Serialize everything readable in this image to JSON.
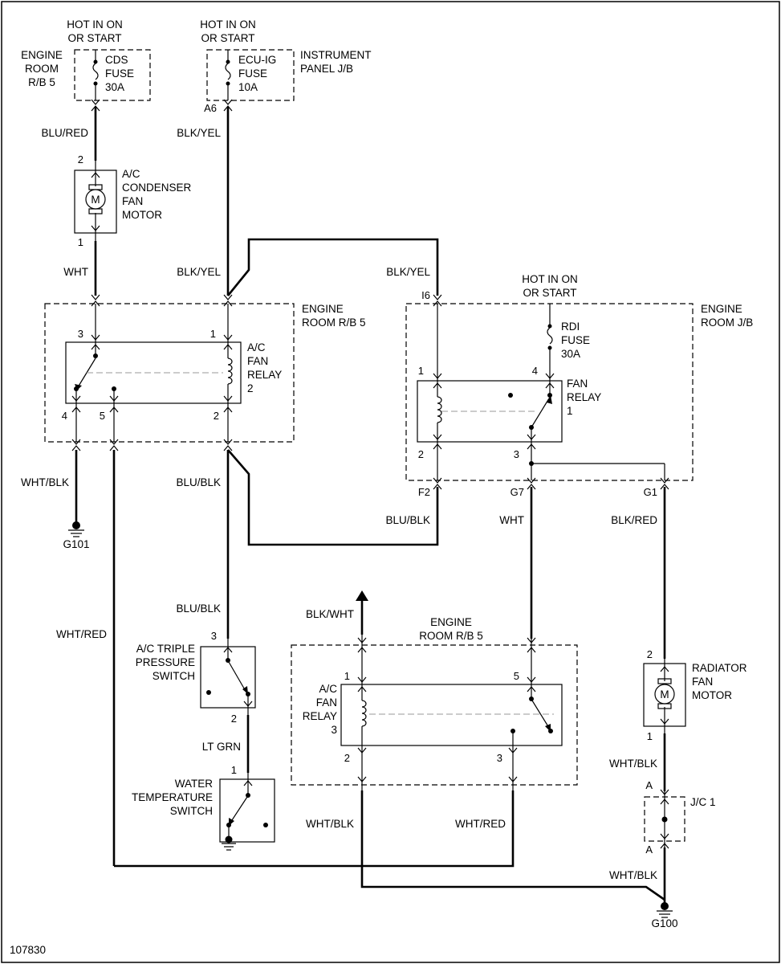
{
  "diagram_id": "107830",
  "labels": {
    "hot_cds": [
      "HOT IN ON",
      "OR START"
    ],
    "hot_ecu": [
      "HOT IN ON",
      "OR START"
    ],
    "hot_rdi": [
      "HOT IN ON",
      "OR START"
    ],
    "engine_room_rb5_top": [
      "ENGINE",
      "ROOM",
      "R/B 5"
    ],
    "instrument_panel_jb": [
      "INSTRUMENT",
      "PANEL J/B"
    ],
    "engine_room_rb5_mid": [
      "ENGINE",
      "ROOM R/B 5"
    ],
    "engine_room_jb": [
      "ENGINE",
      "ROOM J/B"
    ],
    "engine_room_rb5_bottom": [
      "ENGINE",
      "ROOM R/B 5"
    ]
  },
  "fuses": {
    "cds": [
      "CDS",
      "FUSE",
      "30A"
    ],
    "ecu_ig": [
      "ECU-IG",
      "FUSE",
      "10A"
    ],
    "rdi": [
      "RDI",
      "FUSE",
      "30A"
    ]
  },
  "components": {
    "ac_condenser_fan_motor": [
      "A/C",
      "CONDENSER",
      "FAN",
      "MOTOR"
    ],
    "ac_fan_relay_2": [
      "A/C",
      "FAN",
      "RELAY",
      "2"
    ],
    "fan_relay_1": [
      "FAN",
      "RELAY",
      "1"
    ],
    "ac_triple_pressure_switch": [
      "A/C TRIPLE",
      "PRESSURE",
      "SWITCH"
    ],
    "water_temperature_switch": [
      "WATER",
      "TEMPERATURE",
      "SWITCH"
    ],
    "ac_fan_relay_3": [
      "A/C",
      "FAN",
      "RELAY",
      "3"
    ],
    "radiator_fan_motor": [
      "RADIATOR",
      "FAN",
      "MOTOR"
    ],
    "jc1": "J/C 1",
    "motor_symbol": "M"
  },
  "wires": {
    "blu_red": "BLU/RED",
    "blk_yel_1": "BLK/YEL",
    "wht_1": "WHT",
    "blk_yel_2": "BLK/YEL",
    "blk_yel_3": "BLK/YEL",
    "wht_blk_1": "WHT/BLK",
    "blu_blk_1": "BLU/BLK",
    "blu_blk_2": "BLU/BLK",
    "wht_2": "WHT",
    "blk_red": "BLK/RED",
    "blu_blk_3": "BLU/BLK",
    "wht_red_1": "WHT/RED",
    "blk_wht": "BLK/WHT",
    "lt_grn": "LT GRN",
    "wht_blk_2": "WHT/BLK",
    "wht_red_2": "WHT/RED",
    "wht_blk_3": "WHT/BLK",
    "wht_blk_4": "WHT/BLK"
  },
  "connectors": {
    "a6": "A6",
    "i6": "I6",
    "f2": "F2",
    "g7": "G7",
    "g1": "G1",
    "jc_a_top": "A",
    "jc_a_bottom": "A"
  },
  "grounds": {
    "g101": "G101",
    "g100": "G100"
  },
  "pins": {
    "cond_motor_2": "2",
    "cond_motor_1": "1",
    "acr2_3": "3",
    "acr2_1": "1",
    "acr2_4": "4",
    "acr2_5": "5",
    "acr2_2": "2",
    "fr1_1": "1",
    "fr1_4": "4",
    "fr1_2": "2",
    "fr1_3": "3",
    "tps_3": "3",
    "tps_2": "2",
    "wts_1": "1",
    "acr3_1": "1",
    "acr3_5": "5",
    "acr3_2": "2",
    "acr3_3": "3",
    "rad_2": "2",
    "rad_1": "1"
  }
}
